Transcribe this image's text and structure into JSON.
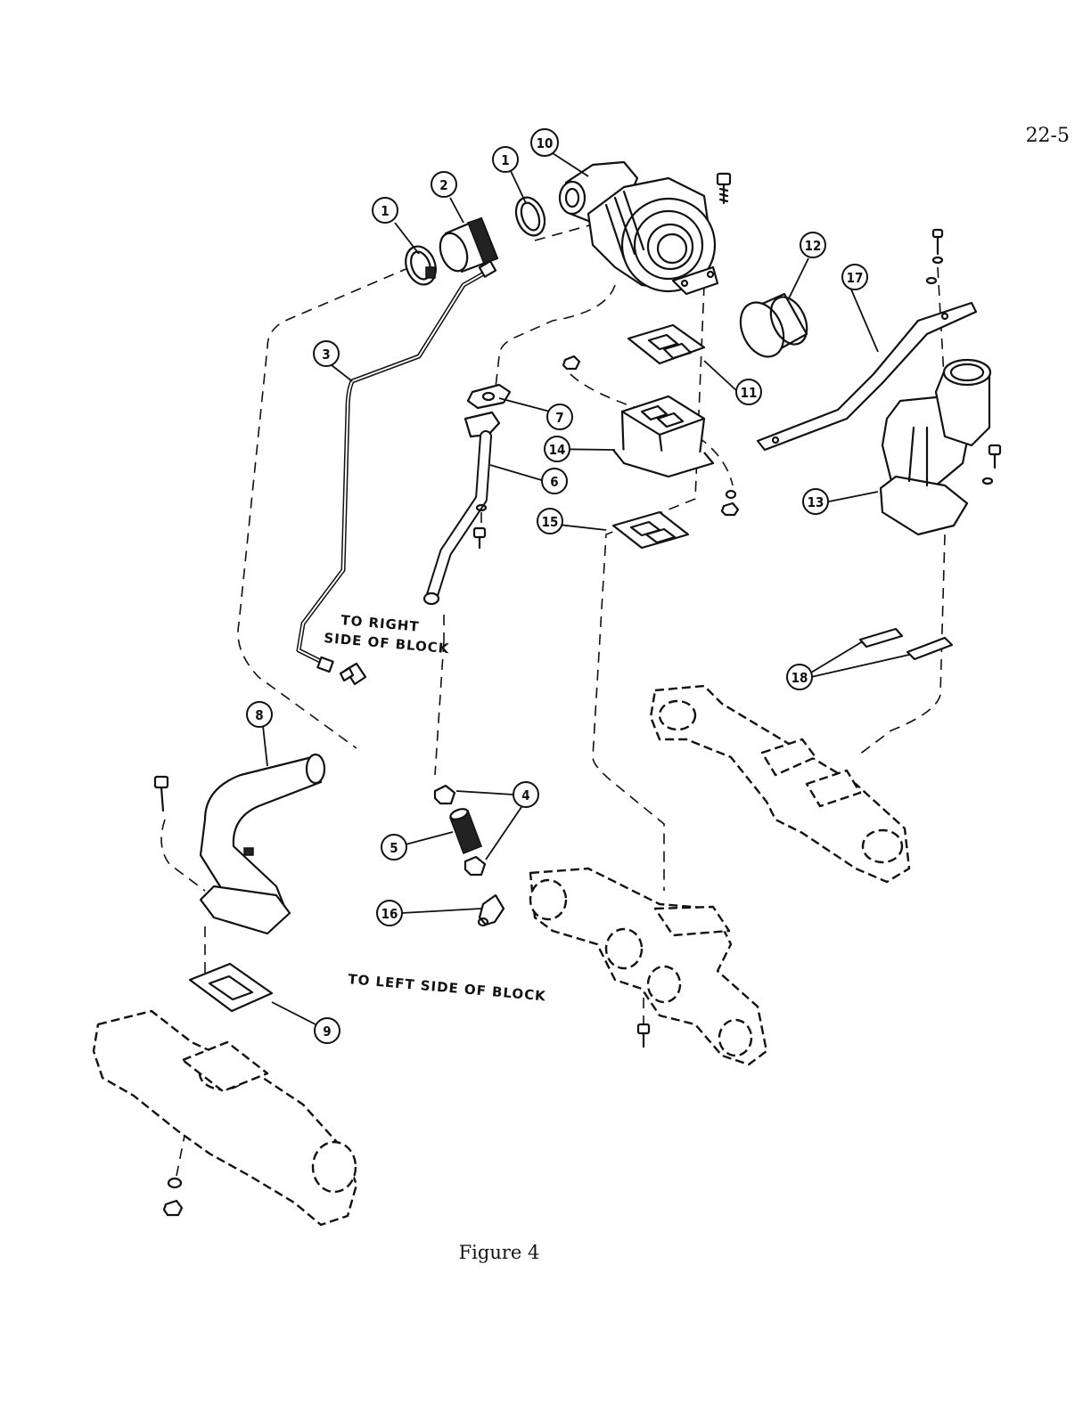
{
  "page_number": "22-5",
  "figure_caption": "Figure 4",
  "notes": {
    "right_side_line1": "TO RIGHT",
    "right_side_line2": "SIDE OF BLOCK",
    "left_side": "TO LEFT SIDE OF BLOCK"
  },
  "callouts": [
    {
      "id": "c1a",
      "label": "1"
    },
    {
      "id": "c1b",
      "label": "1"
    },
    {
      "id": "c2",
      "label": "2"
    },
    {
      "id": "c3",
      "label": "3"
    },
    {
      "id": "c4",
      "label": "4"
    },
    {
      "id": "c5",
      "label": "5"
    },
    {
      "id": "c6",
      "label": "6"
    },
    {
      "id": "c7",
      "label": "7"
    },
    {
      "id": "c8",
      "label": "8"
    },
    {
      "id": "c9",
      "label": "9"
    },
    {
      "id": "c10",
      "label": "10"
    },
    {
      "id": "c11",
      "label": "11"
    },
    {
      "id": "c12",
      "label": "12"
    },
    {
      "id": "c13",
      "label": "13"
    },
    {
      "id": "c14",
      "label": "14"
    },
    {
      "id": "c15",
      "label": "15"
    },
    {
      "id": "c16",
      "label": "16"
    },
    {
      "id": "c17",
      "label": "17"
    },
    {
      "id": "c18",
      "label": "18"
    }
  ]
}
